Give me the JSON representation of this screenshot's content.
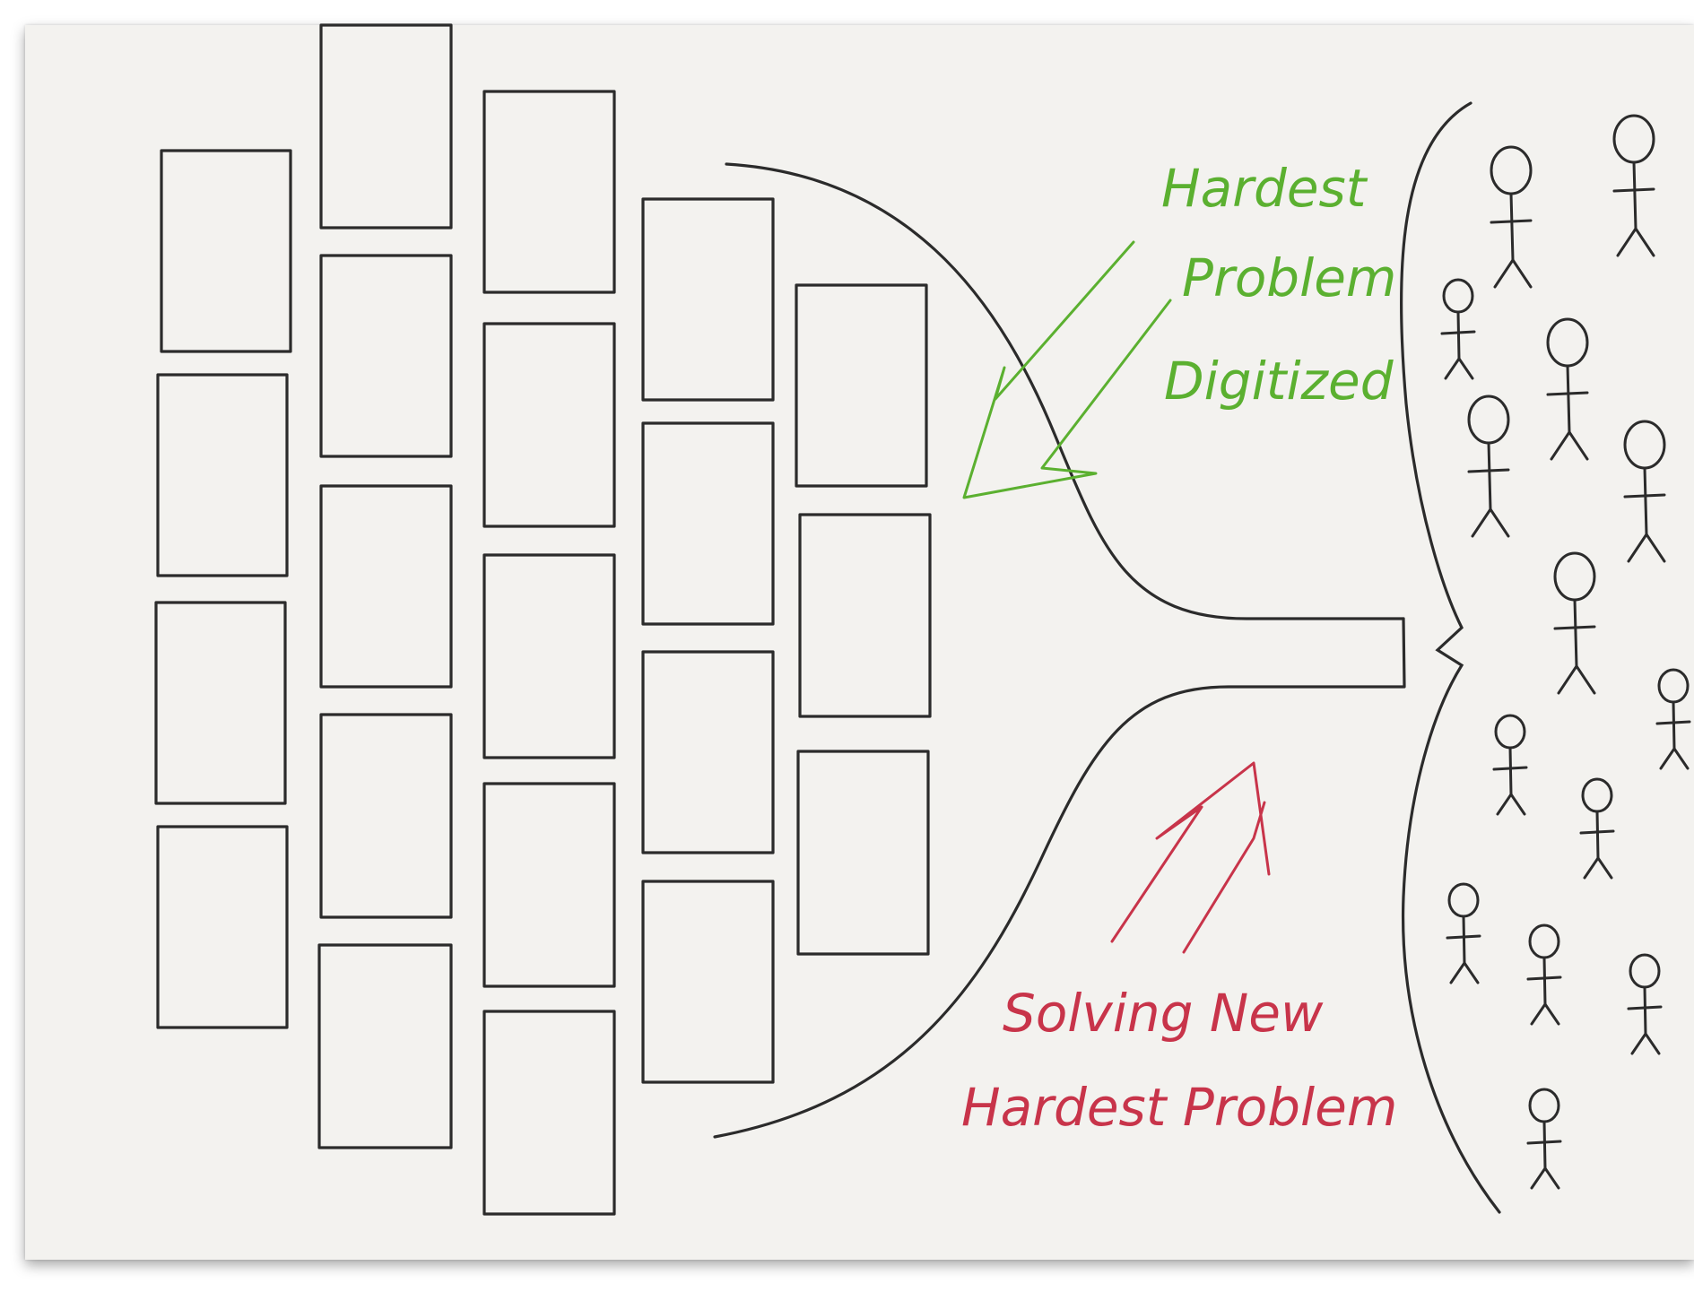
{
  "colors": {
    "paper": "#f3f2ef",
    "ink": "#2b2b2b",
    "green": "#5bb030",
    "red": "#c8344a"
  },
  "labels": {
    "green": [
      "Hardest",
      "Problem",
      "Digitized"
    ],
    "red": [
      "Solving New",
      "Hardest Problem"
    ]
  }
}
